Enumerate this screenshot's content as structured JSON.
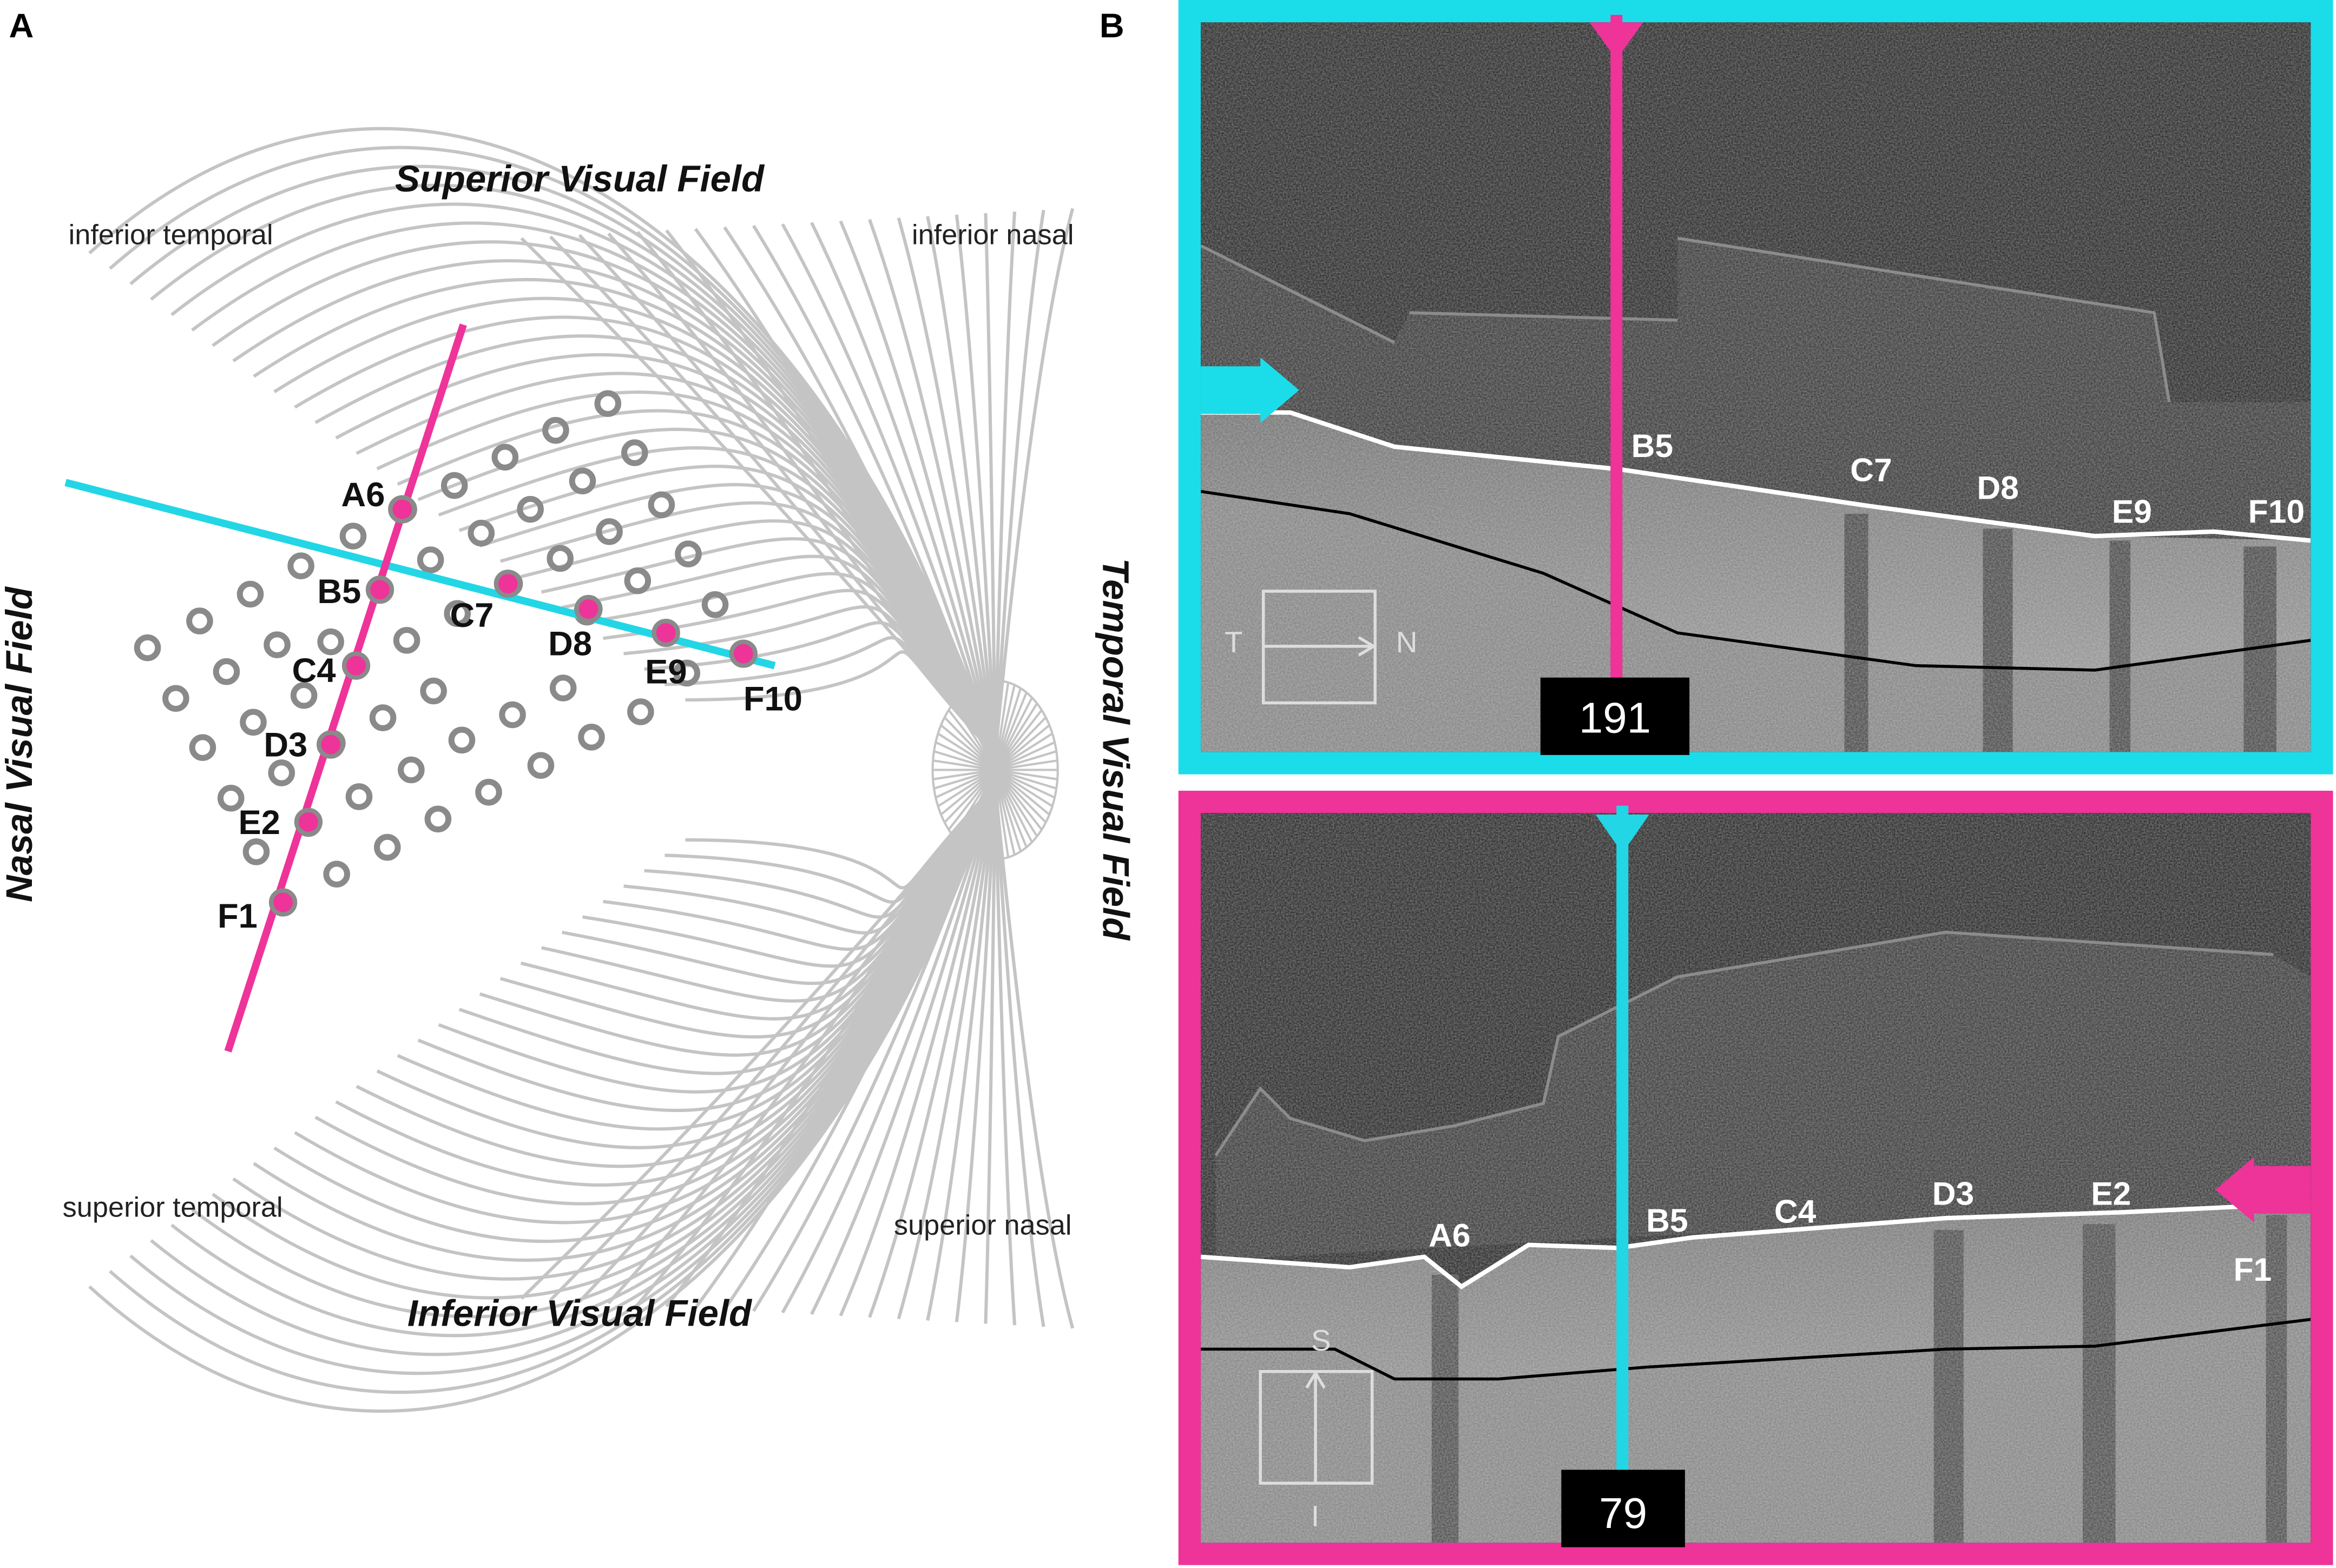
{
  "panel_a": {
    "letter": "A",
    "superior_title": "Superior Visual Field",
    "inferior_title": "Inferior Visual Field",
    "nasal_title": "Nasal Visual Field",
    "temporal_title": "Temporal Visual Field",
    "quadrants": {
      "top_left": "inferior temporal",
      "top_right": "inferior nasal",
      "bottom_left": "superior temporal",
      "bottom_right": "superior nasal"
    },
    "point_labels": [
      "A6",
      "B5",
      "C7",
      "C4",
      "D8",
      "D3",
      "E9",
      "E2",
      "F10",
      "F1"
    ],
    "colors": {
      "cyan_line": "#22d6e6",
      "magenta_line": "#ee3399",
      "fibers": "#c4c4c4",
      "rings": "#8a8a8a"
    }
  },
  "panel_b": {
    "letter": "B",
    "top_scan": {
      "frame_color": "#1bdde9",
      "marker_color": "#ee3399",
      "scan_number": "191",
      "labels": [
        "B5",
        "C7",
        "D8",
        "E9",
        "F10"
      ],
      "compass": {
        "left": "T",
        "right": "N"
      }
    },
    "bottom_scan": {
      "frame_color": "#ee3399",
      "marker_color": "#22d6e6",
      "scan_number": "79",
      "labels": [
        "A6",
        "B5",
        "C4",
        "D3",
        "E2",
        "F1"
      ],
      "compass": {
        "top": "S",
        "bottom": "I"
      }
    }
  }
}
